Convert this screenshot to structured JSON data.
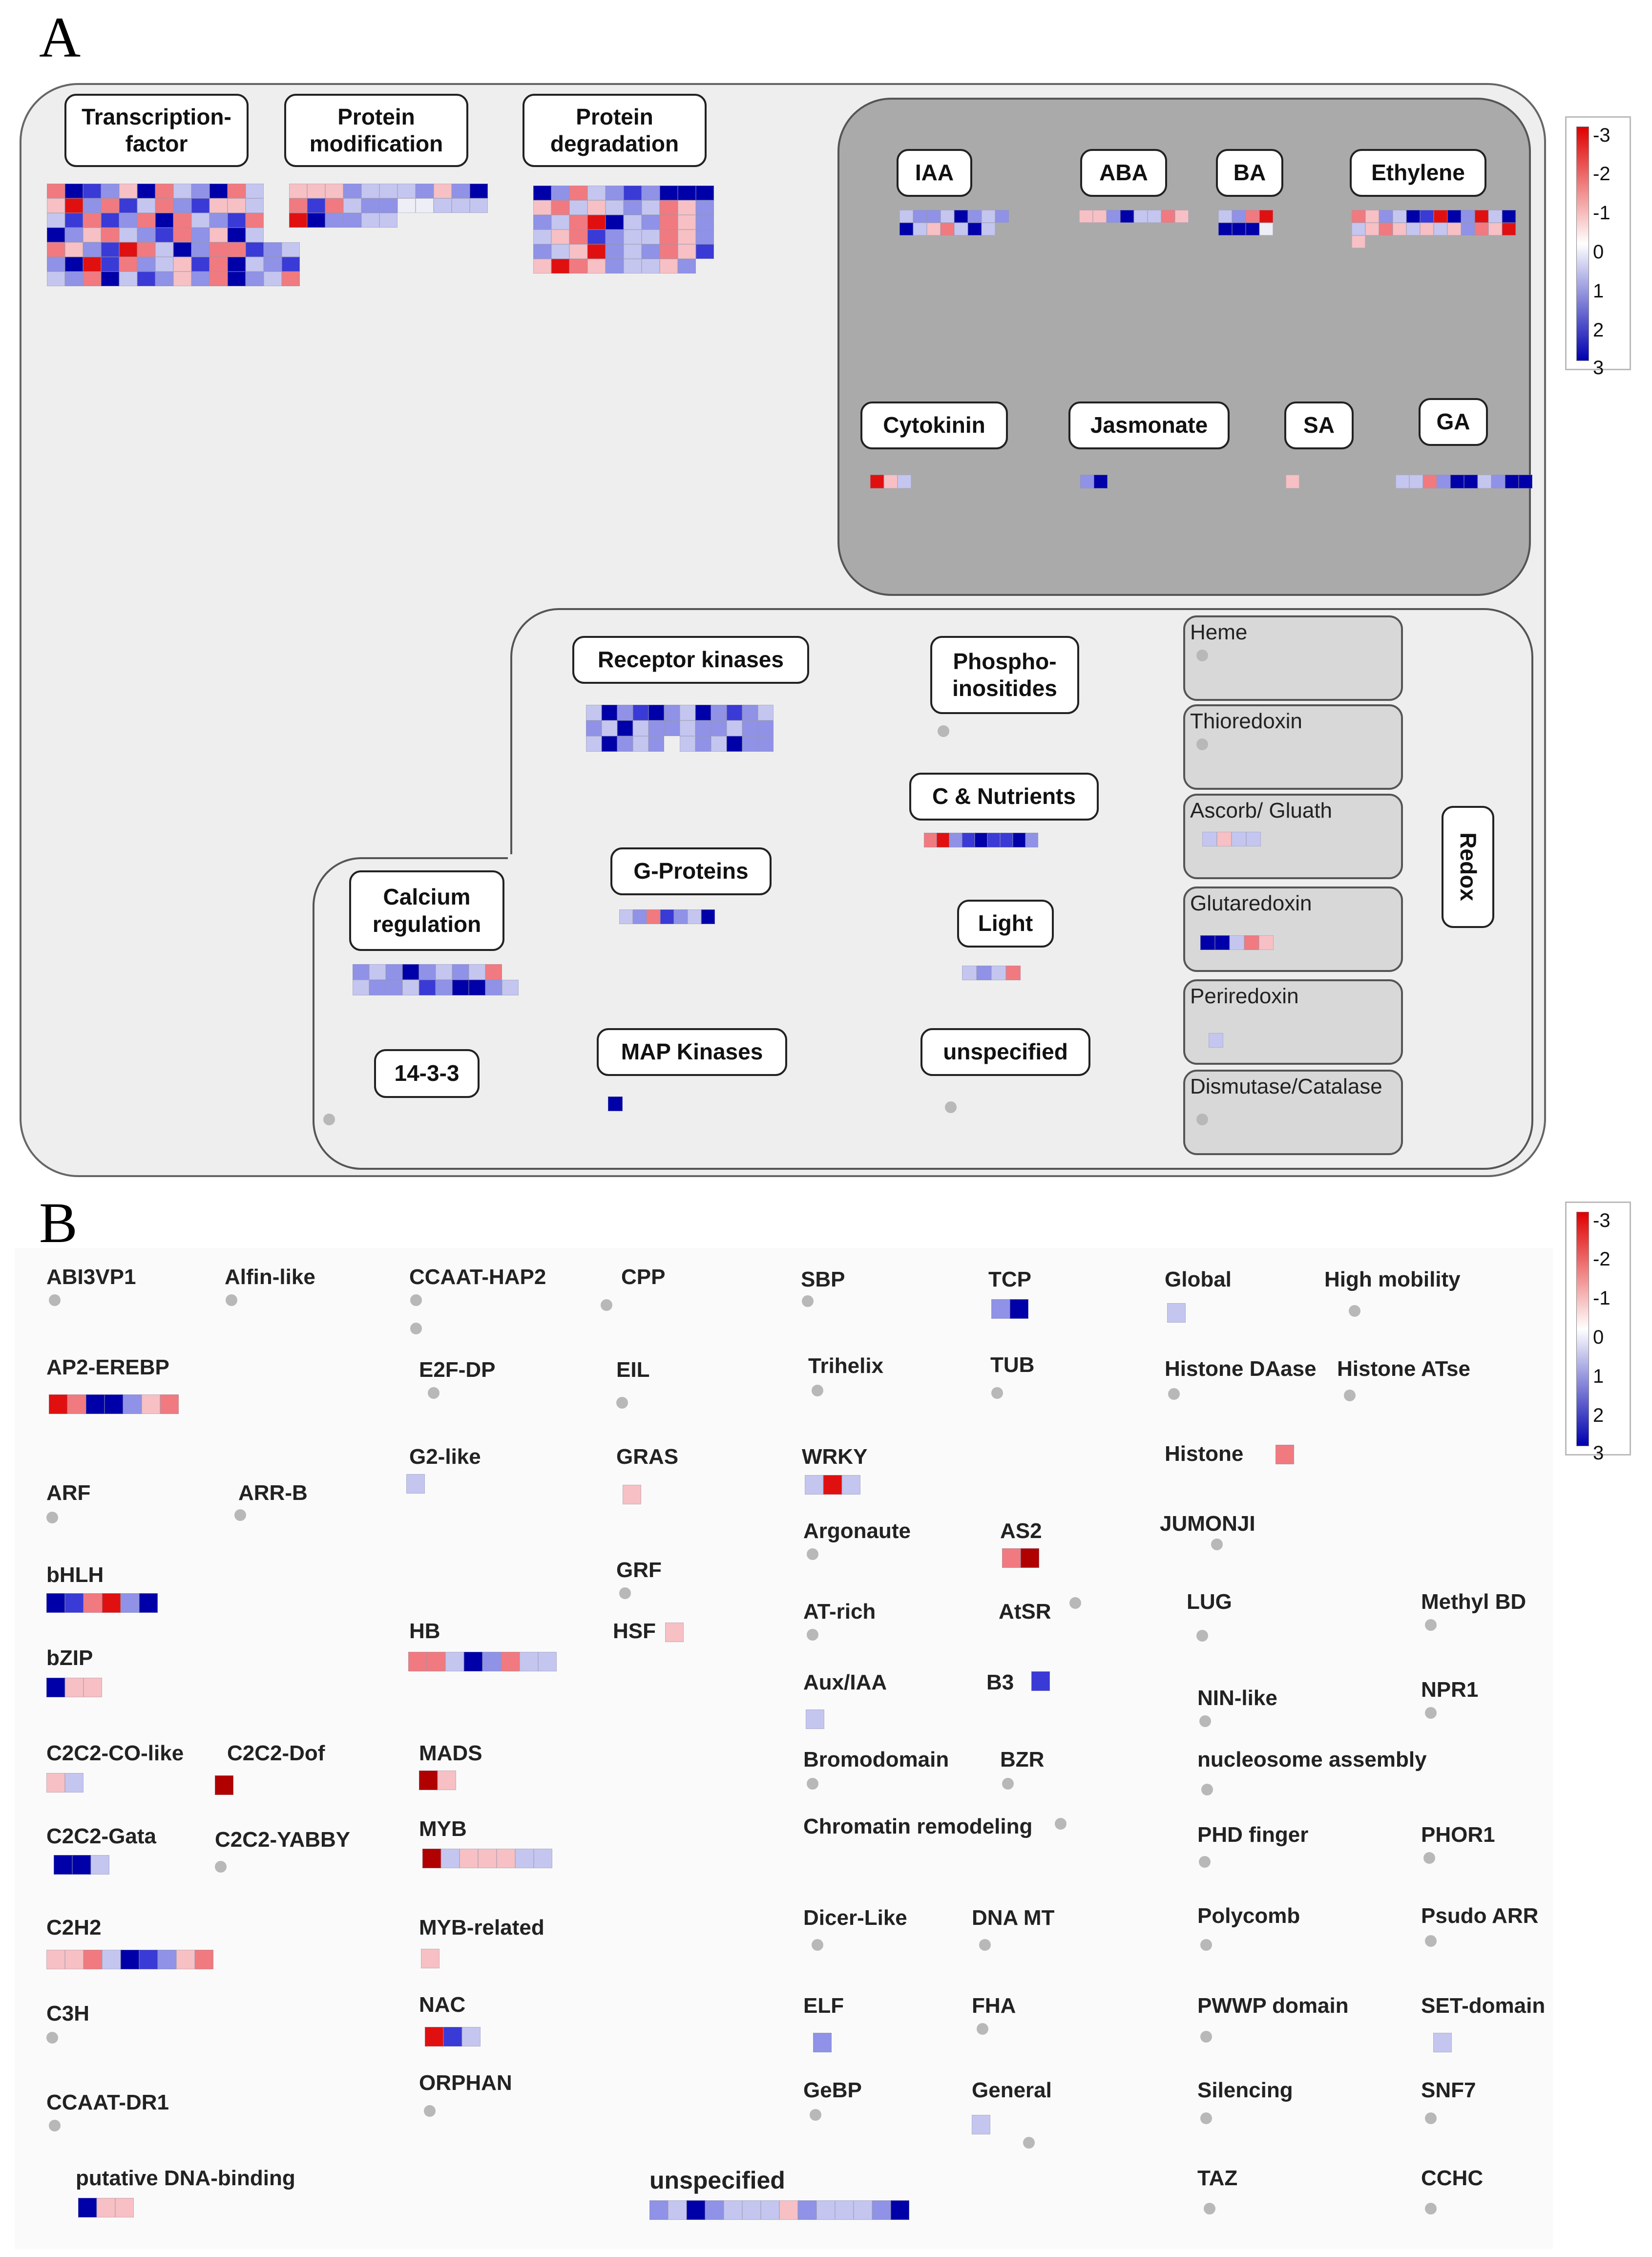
{
  "panel_a": {
    "letter": "A",
    "labels": {
      "transcription_factor": "Transcription-\nfactor",
      "protein_modification": "Protein\nmodification",
      "protein_degradation": "Protein\ndegradation",
      "iaa": "IAA",
      "aba": "ABA",
      "ba": "BA",
      "ethylene": "Ethylene",
      "cytokinin": "Cytokinin",
      "jasmonate": "Jasmonate",
      "sa": "SA",
      "ga": "GA",
      "receptor_kinases": "Receptor kinases",
      "phosphoinositides": "Phospho-\ninositides",
      "c_nutrients": "C & Nutrients",
      "calcium_regulation": "Calcium\nregulation",
      "g_proteins": "G-Proteins",
      "light": "Light",
      "map_kinases": "MAP Kinases",
      "unspecified": "unspecified",
      "fourteen_three_three": "14-3-3",
      "redox": "Redox"
    },
    "redox_items": [
      "Heme",
      "Thioredoxin",
      "Ascorb/ Gluath",
      "Glutaredoxin",
      "Periredoxin",
      "Dismutase/Catalase"
    ]
  },
  "panel_b": {
    "letter": "B",
    "families": [
      {
        "label": "ABI3VP1"
      },
      {
        "label": "Alfin-like"
      },
      {
        "label": "CCAAT-HAP2"
      },
      {
        "label": "CPP"
      },
      {
        "label": "SBP"
      },
      {
        "label": "TCP"
      },
      {
        "label": "Global"
      },
      {
        "label": "High mobility"
      },
      {
        "label": "AP2-EREBP"
      },
      {
        "label": "E2F-DP"
      },
      {
        "label": "EIL"
      },
      {
        "label": "Trihelix"
      },
      {
        "label": "TUB"
      },
      {
        "label": "Histone DAase"
      },
      {
        "label": "Histone ATse"
      },
      {
        "label": "G2-like"
      },
      {
        "label": "GRAS"
      },
      {
        "label": "WRKY"
      },
      {
        "label": "Histone"
      },
      {
        "label": "ARF"
      },
      {
        "label": "ARR-B"
      },
      {
        "label": "Argonaute"
      },
      {
        "label": "AS2"
      },
      {
        "label": "JUMONJI"
      },
      {
        "label": "GRF"
      },
      {
        "label": "bHLH"
      },
      {
        "label": "AT-rich"
      },
      {
        "label": "AtSR"
      },
      {
        "label": "LUG"
      },
      {
        "label": "Methyl BD"
      },
      {
        "label": "HB"
      },
      {
        "label": "HSF"
      },
      {
        "label": "bZIP"
      },
      {
        "label": "Aux/IAA"
      },
      {
        "label": "B3"
      },
      {
        "label": "NIN-like"
      },
      {
        "label": "NPR1"
      },
      {
        "label": "C2C2-CO-like"
      },
      {
        "label": "C2C2-Dof"
      },
      {
        "label": "MADS"
      },
      {
        "label": "Bromodomain"
      },
      {
        "label": "BZR"
      },
      {
        "label": "nucleosome assembly"
      },
      {
        "label": "C2C2-Gata"
      },
      {
        "label": "C2C2-YABBY"
      },
      {
        "label": "MYB"
      },
      {
        "label": "Chromatin remodeling"
      },
      {
        "label": "PHD finger"
      },
      {
        "label": "PHOR1"
      },
      {
        "label": "C2H2"
      },
      {
        "label": "MYB-related"
      },
      {
        "label": "Dicer-Like"
      },
      {
        "label": "DNA MT"
      },
      {
        "label": "Polycomb"
      },
      {
        "label": "Psudo ARR"
      },
      {
        "label": "C3H"
      },
      {
        "label": "NAC"
      },
      {
        "label": "ELF"
      },
      {
        "label": "FHA"
      },
      {
        "label": "PWWP domain"
      },
      {
        "label": "SET-domain"
      },
      {
        "label": "CCAAT-DR1"
      },
      {
        "label": "ORPHAN"
      },
      {
        "label": "GeBP"
      },
      {
        "label": "General"
      },
      {
        "label": "Silencing"
      },
      {
        "label": "SNF7"
      },
      {
        "label": "putative DNA-binding"
      },
      {
        "label": "unspecified"
      },
      {
        "label": "TAZ"
      },
      {
        "label": "CCHC"
      }
    ]
  },
  "colorbar": {
    "ticks": [
      "-3",
      "-2",
      "-1",
      "0",
      "1",
      "2",
      "3"
    ],
    "top_color": "#e00000",
    "mid_color": "#ffffff",
    "bottom_color": "#0000b0"
  }
}
